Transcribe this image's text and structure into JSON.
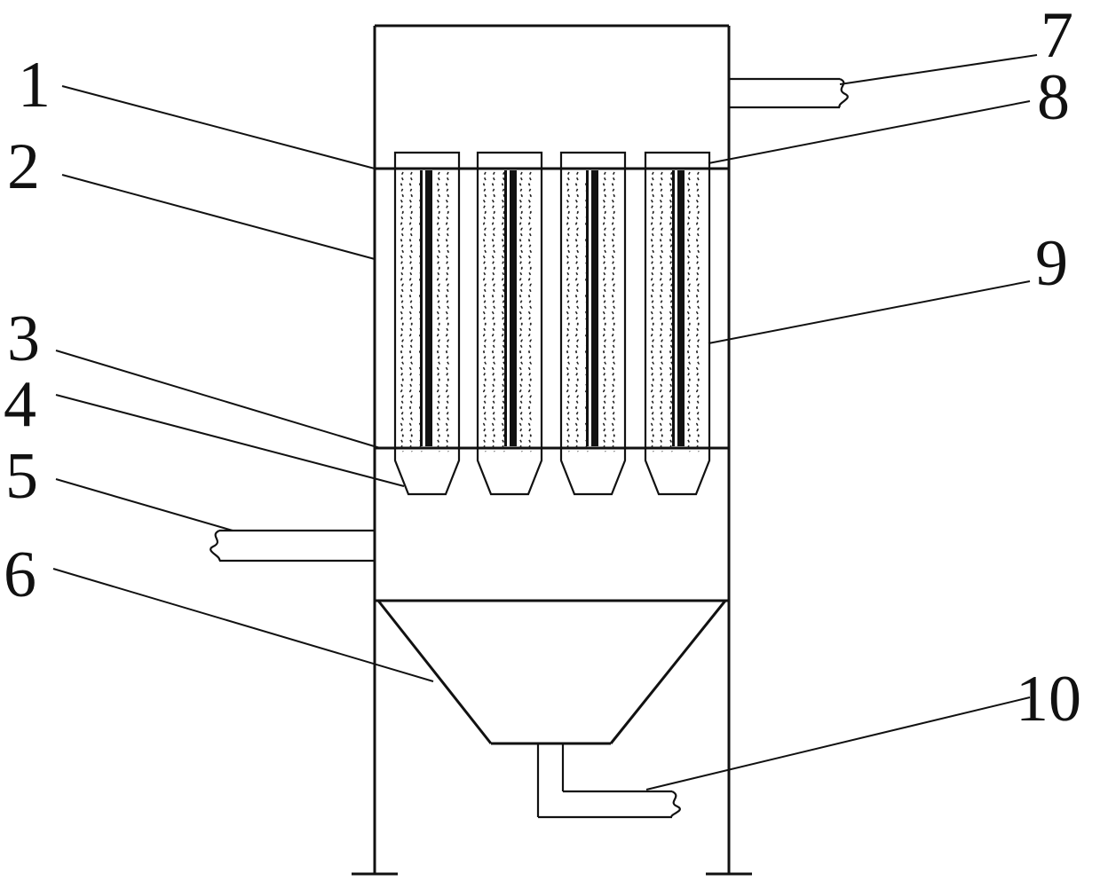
{
  "labels": [
    {
      "id": "1",
      "text": "1"
    },
    {
      "id": "2",
      "text": "2"
    },
    {
      "id": "3",
      "text": "3"
    },
    {
      "id": "4",
      "text": "4"
    },
    {
      "id": "5",
      "text": "5"
    },
    {
      "id": "6",
      "text": "6"
    },
    {
      "id": "7",
      "text": "7"
    },
    {
      "id": "8",
      "text": "8"
    },
    {
      "id": "9",
      "text": "9"
    },
    {
      "id": "10",
      "text": "10"
    }
  ],
  "filter_bag_count": 4,
  "colors": {
    "line": "#111111",
    "background": "#ffffff"
  }
}
